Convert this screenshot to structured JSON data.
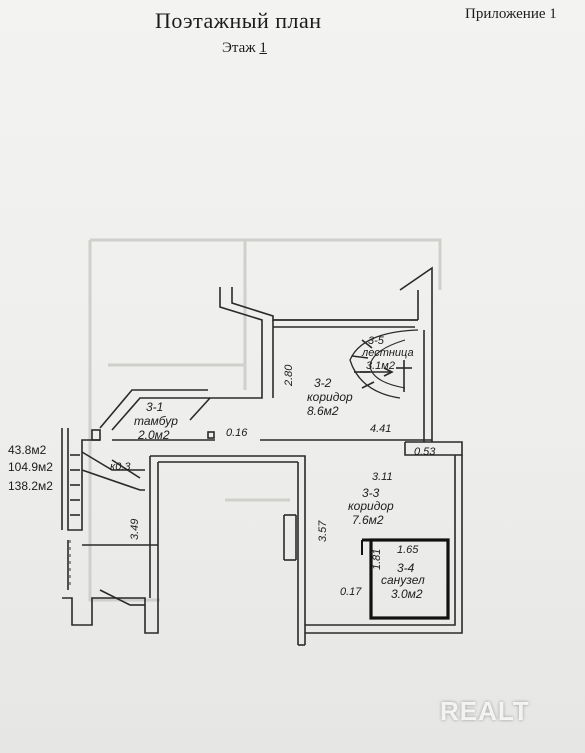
{
  "header": {
    "title": "Поэтажный план",
    "appendix": "Приложение 1",
    "floor_label": "Этаж",
    "floor_number": "1"
  },
  "areas_left": [
    "43.8м2",
    "104.9м2",
    "138.2м2"
  ],
  "rooms": [
    {
      "id": "3-1",
      "name": "тамбур",
      "area": "2.0м2"
    },
    {
      "id": "3-2",
      "name": "коридор",
      "area": "8.6м2"
    },
    {
      "id": "3-3",
      "name": "коридор",
      "area": "7.6м2"
    },
    {
      "id": "3-4",
      "name": "санузел",
      "area": "3.0м2"
    },
    {
      "id": "3-5",
      "name": "лестница",
      "area": "3.1м2"
    }
  ],
  "dimensions": {
    "d280": "2.80",
    "d441": "4.41",
    "d053": "0.53",
    "d016": "0.16",
    "d311": "3.11",
    "d357": "3.57",
    "d349": "3.49",
    "d181": "1.81",
    "d165": "1.65",
    "d017": "0.17",
    "kv": "к0.3"
  },
  "watermark": "REALT"
}
